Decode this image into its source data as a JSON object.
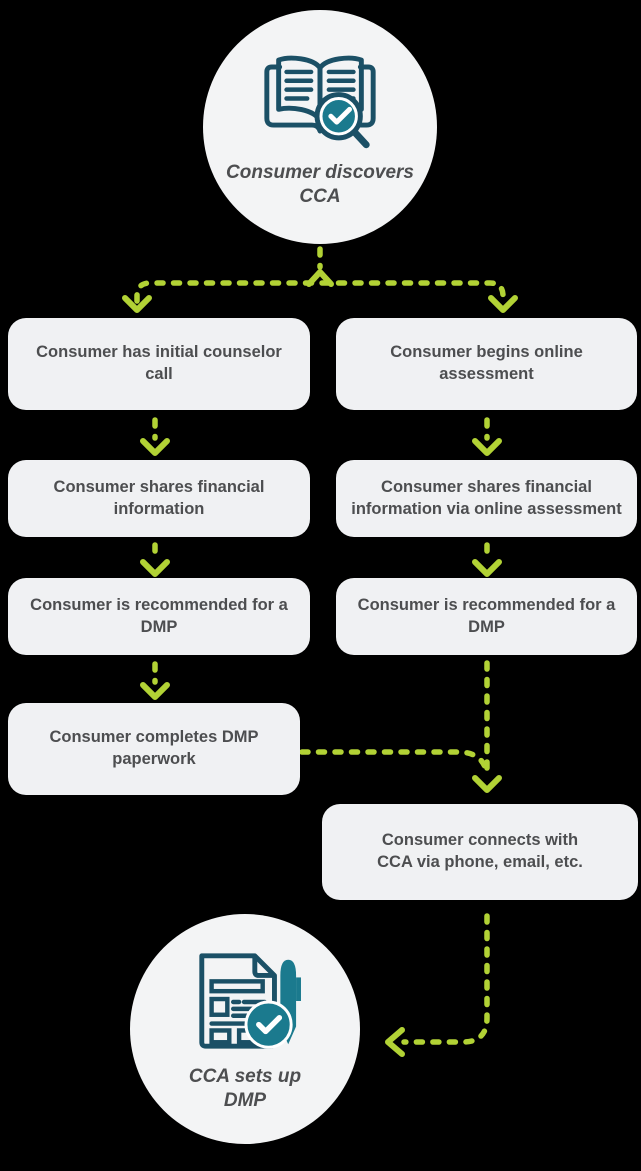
{
  "title": "Consumer journey flowchart",
  "colors": {
    "background": "#000000",
    "node_bg": "#f0f1f3",
    "node_text": "#4d4e50",
    "circle_bg": "#f3f4f5",
    "arrow_green": "#b2d235",
    "icon_dark": "#1b5066",
    "icon_teal": "#1b7a8e",
    "check_white": "#ffffff"
  },
  "icons": {
    "start": "book-magnifier-check-icon",
    "end": "document-pen-check-icon"
  },
  "nodes": {
    "start": "Consumer discovers CCA",
    "left_column": [
      "Consumer has initial counselor call",
      "Consumer shares financial information",
      "Consumer is recommended for a DMP",
      "Consumer completes DMP paperwork"
    ],
    "right_column": [
      "Consumer begins online assessment",
      "Consumer shares financial information via online assessment",
      "Consumer is recommended for a DMP",
      "Consumer connects with CCA via phone, email, etc."
    ],
    "end": "CCA sets up DMP"
  }
}
